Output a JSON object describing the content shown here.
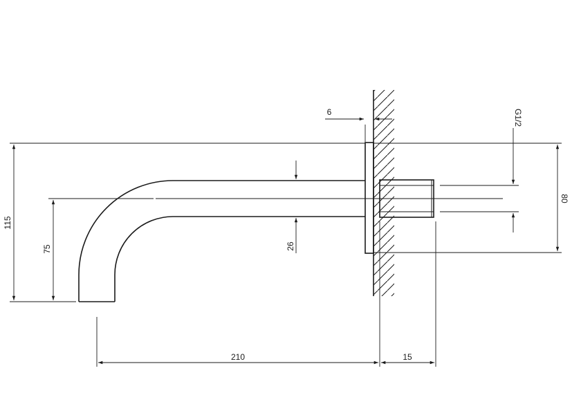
{
  "drawing": {
    "dimensions": {
      "total_height": "115",
      "outlet_height": "75",
      "spout_length": "210",
      "thread_length": "15",
      "flange_thickness": "6",
      "pipe_diameter": "26",
      "flange_diameter": "80",
      "thread_size": "G1/2"
    }
  }
}
